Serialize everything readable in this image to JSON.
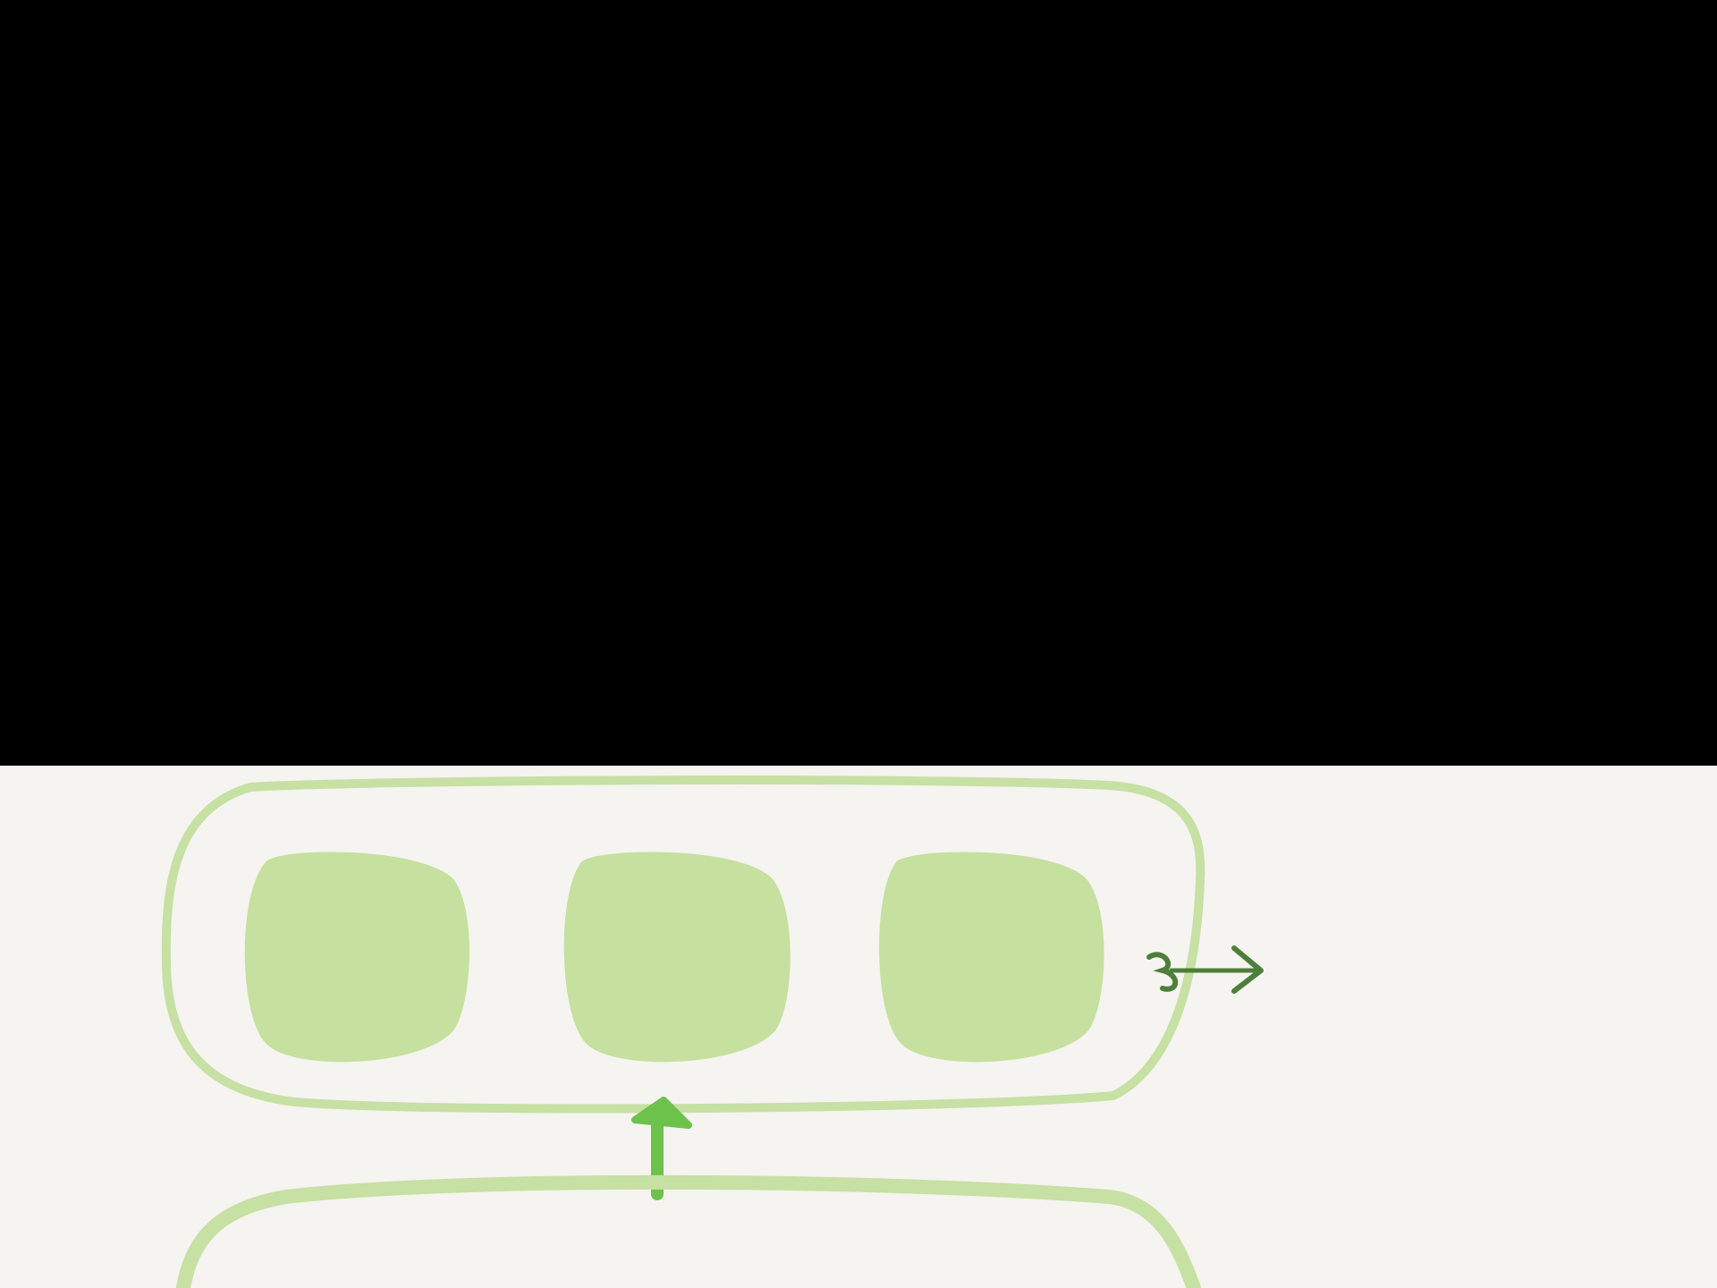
{
  "nodes": [
    {
      "id": "node-1",
      "label_top": "",
      "label_bottom": ""
    },
    {
      "id": "node-2",
      "label_top": "",
      "label_bottom": ""
    },
    {
      "id": "node-3",
      "label_top": "",
      "label_bottom": ""
    }
  ],
  "side_note": "",
  "colors": {
    "background": "#f5f4f0",
    "container_stroke": "#c7e0a3",
    "node_fill": "#c6e09f",
    "node_text": "#4e7f3a",
    "arrow": "#6cc24a",
    "annotation_text": "#3f4346"
  }
}
